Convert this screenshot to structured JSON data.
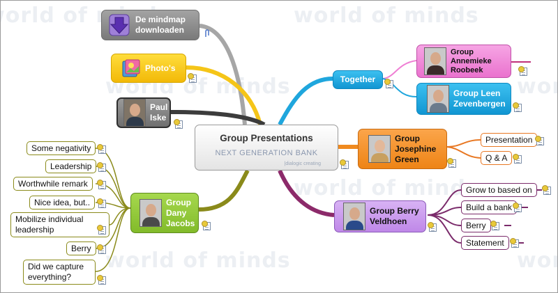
{
  "watermark": "world of minds",
  "central": {
    "title": "Group Presentations",
    "logo_line1": "NEXT GENERATION BANK",
    "logo_line2": "|dialogic creating"
  },
  "nodes": {
    "download": "De mindmap downloaden",
    "photos": "Photo's",
    "paul": "Paul Iske",
    "together": "Together",
    "annemieke": "Group Annemieke Roobeek",
    "leen": "Group Leen Zevenbergen",
    "josephine": "Group Josephine Green",
    "berry": "Group Berry Veldhoen",
    "dany": "Group Dany Jacobs"
  },
  "josephine_leaves": [
    "Presentation",
    "Q & A"
  ],
  "berry_leaves": [
    "Grow to based on",
    "Build a bank",
    "Berry",
    "Statement"
  ],
  "dany_leaves": [
    "Some negativity",
    "Leadership",
    "Worthwhile remark",
    "Nice idea, but..",
    "Mobilize individual leadership",
    "Berry",
    "Did we capture everything?"
  ],
  "colors": {
    "download": "#8c8c8c",
    "photos": "#f5c518",
    "paul": "#555555",
    "together": "#1fa6dd",
    "annemieke": "#ef7fd4",
    "josephine": "#f08a1f",
    "berry": "#c897ec",
    "dany": "#8cc33a"
  },
  "icons": {
    "download": "download-arrow-icon",
    "photos": "photo-album-icon",
    "note": "note-icon",
    "attachment": "paperclip-icon"
  }
}
